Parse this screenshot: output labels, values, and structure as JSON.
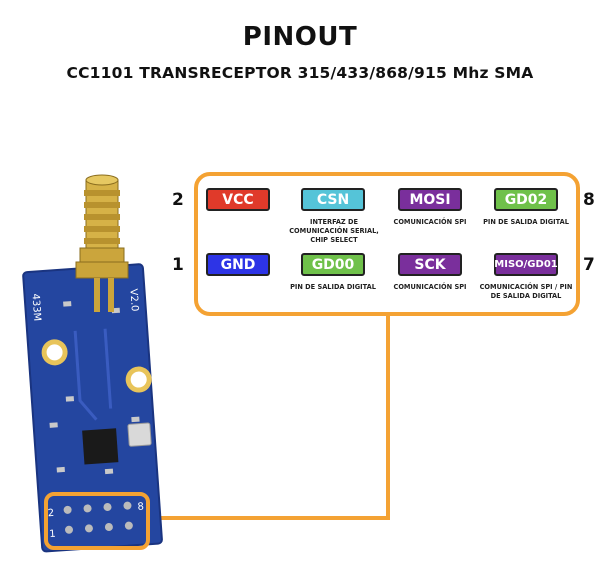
{
  "header": {
    "title": "PINOUT",
    "subtitle": "CC1101 TRANSRECEPTOR 315/433/868/915 Mhz SMA"
  },
  "colors": {
    "frame": "#F4A233",
    "pcb": "#2446A0",
    "vcc": "#E03A2A",
    "csn": "#55C4D8",
    "mosi": "#7A2F9C",
    "gd02": "#6FC14A",
    "gnd": "#2D34E6",
    "gd00": "#6FC14A",
    "sck": "#7A2F9C",
    "miso": "#7A2F9C"
  },
  "board": {
    "label_left": "433M",
    "label_right": "V2.0",
    "pin_row_top": "2",
    "pin_row_bottom": "1",
    "pin_col_right": "8"
  },
  "row_numbers": {
    "top_left": "2",
    "bottom_left": "1",
    "top_right": "8",
    "bottom_right": "7"
  },
  "pins": [
    {
      "label": "VCC",
      "desc": ""
    },
    {
      "label": "CSN",
      "desc": "INTERFAZ DE COMUNICACIÓN SERIAL, CHIP SELECT"
    },
    {
      "label": "MOSI",
      "desc": "COMUNICACIÓN SPI"
    },
    {
      "label": "GD02",
      "desc": "PIN DE SALIDA DIGITAL"
    },
    {
      "label": "GND",
      "desc": ""
    },
    {
      "label": "GD00",
      "desc": "PIN DE SALIDA DIGITAL"
    },
    {
      "label": "SCK",
      "desc": "COMUNICACIÓN SPI"
    },
    {
      "label": "MISO/GD01",
      "desc": "COMUNICACIÓN SPI / PIN DE SALIDA DIGITAL"
    }
  ]
}
